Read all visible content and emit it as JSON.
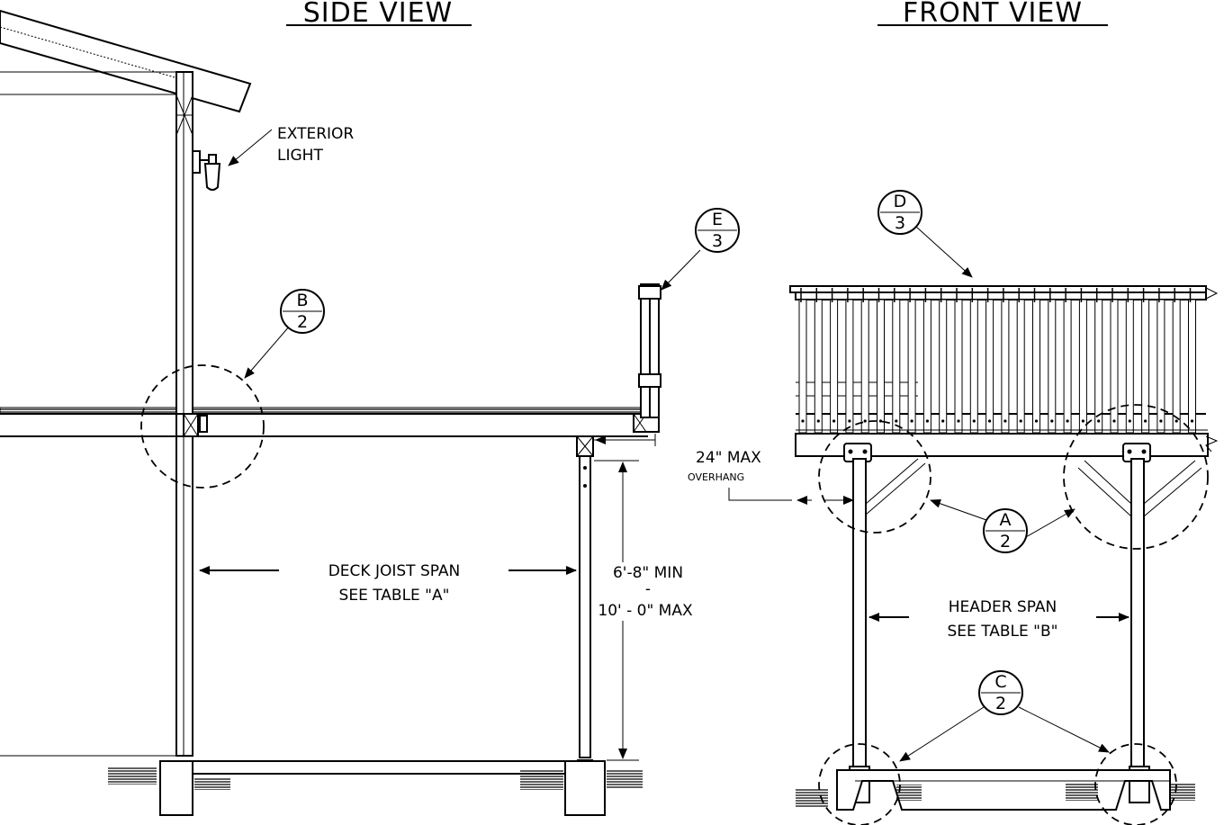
{
  "views": {
    "side": "SIDE VIEW",
    "front": "FRONT VIEW"
  },
  "labels": {
    "exterior_light_1": "EXTERIOR",
    "exterior_light_2": "LIGHT",
    "joist_span_1": "DECK JOIST SPAN",
    "joist_span_2": "SEE TABLE \"A\"",
    "overhang_1": "24\" MAX",
    "overhang_2": "OVERHANG",
    "height_min": "6'-8\" MIN",
    "height_sep": "-",
    "height_max": "10' - 0\" MAX",
    "header_span_1": "HEADER SPAN",
    "header_span_2": "SEE TABLE \"B\""
  },
  "details": {
    "b": {
      "letter": "B",
      "sheet": "2"
    },
    "e": {
      "letter": "E",
      "sheet": "3"
    },
    "d": {
      "letter": "D",
      "sheet": "3"
    },
    "a": {
      "letter": "A",
      "sheet": "2"
    },
    "c": {
      "letter": "C",
      "sheet": "2"
    }
  }
}
